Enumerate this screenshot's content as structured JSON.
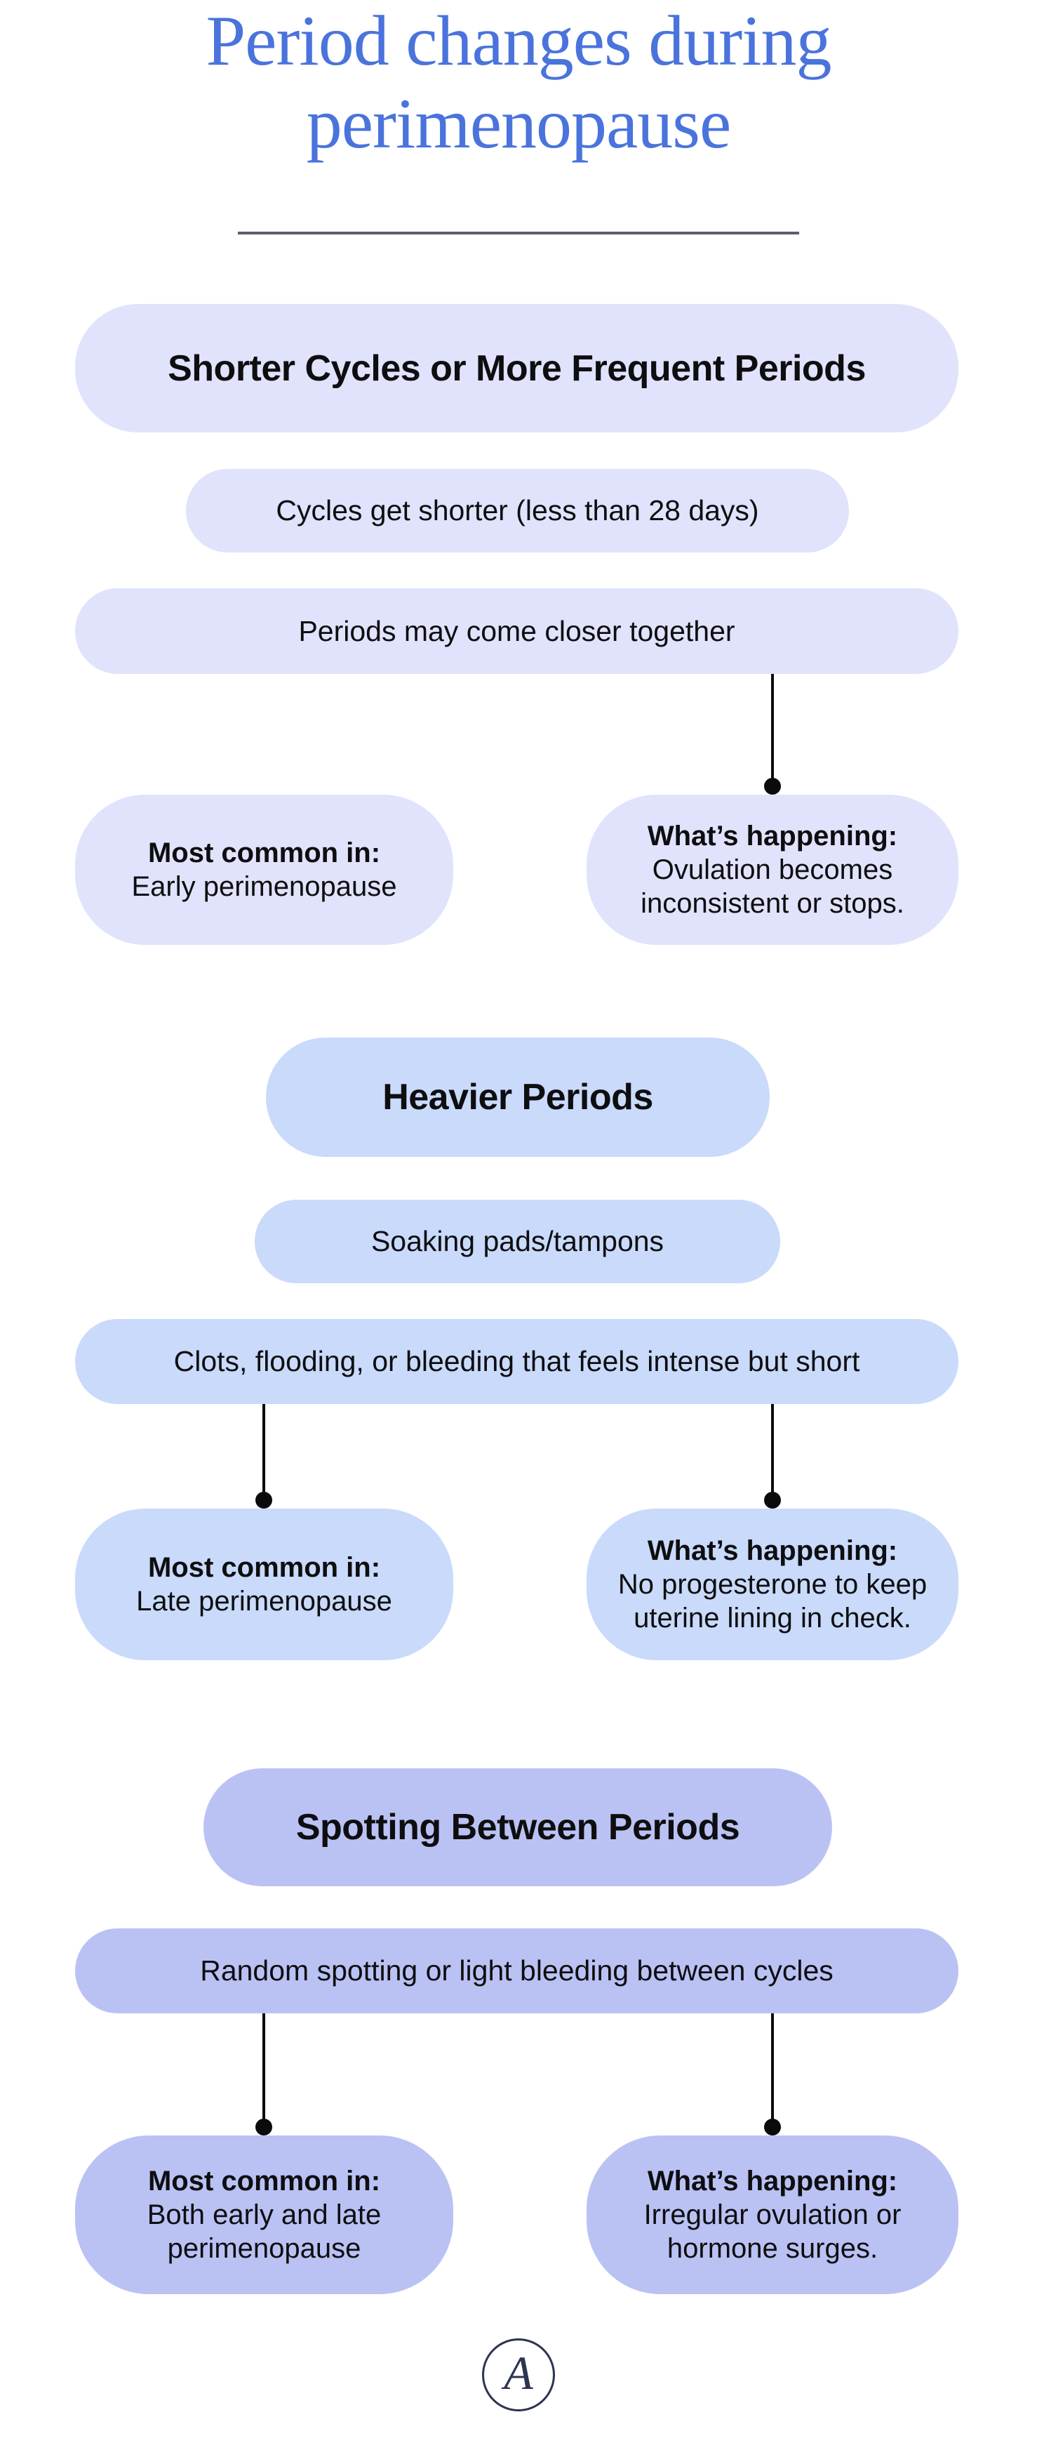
{
  "title": {
    "line1": "Period changes during",
    "line2": "perimenopause"
  },
  "colors": {
    "title_blue": "#4a73dc",
    "divider_gray": "#5a5e6d",
    "section1_bg": "#e0e3fb",
    "section2_bg": "#c9dafb",
    "section3_bg": "#bac2f4",
    "text": "#0e0e10",
    "connector": "#0b0b0d",
    "logo_navy": "#2b3550"
  },
  "sections": [
    {
      "header": "Shorter Cycles or More Frequent Periods",
      "symptoms": [
        "Cycles get shorter (less than 28 days)",
        "Periods may come closer together"
      ],
      "most_common": {
        "label": "Most common in:",
        "lines": [
          "Early perimenopause"
        ]
      },
      "happening": {
        "label": "What’s happening:",
        "lines": [
          "Ovulation becomes",
          "inconsistent or stops."
        ]
      }
    },
    {
      "header": "Heavier Periods",
      "symptoms": [
        "Soaking pads/tampons",
        "Clots, flooding, or bleeding that feels intense but short"
      ],
      "most_common": {
        "label": "Most common in:",
        "lines": [
          "Late perimenopause"
        ]
      },
      "happening": {
        "label": "What’s happening:",
        "lines": [
          "No progesterone to keep",
          "uterine lining in check."
        ]
      }
    },
    {
      "header": "Spotting Between Periods",
      "symptoms": [
        "Random spotting or light bleeding between cycles"
      ],
      "most_common": {
        "label": "Most common in:",
        "lines": [
          "Both early and late",
          "perimenopause"
        ]
      },
      "happening": {
        "label": "What’s happening:",
        "lines": [
          "Irregular ovulation or",
          "hormone surges."
        ]
      }
    }
  ],
  "logo": {
    "letter": "A"
  }
}
